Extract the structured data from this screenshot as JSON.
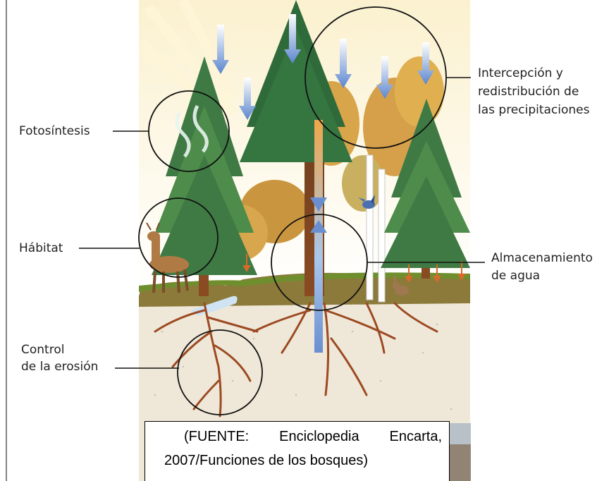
{
  "labels": {
    "fotosintesis": "Fotosíntesis",
    "habitat": "Hábitat",
    "control_line1": "Control",
    "control_line2": "de la erosión",
    "intercepcion_line1": "Intercepción y",
    "intercepcion_line2": "redistribución de",
    "intercepcion_line3": "las precipitaciones",
    "almacenamiento_line1": "Almacenamiento",
    "almacenamiento_line2": "de agua"
  },
  "caption": {
    "word1": "(FUENTE:",
    "word2": "Enciclopedia",
    "word3": "Encarta,",
    "line2": "2007/Funciones de los bosques)"
  },
  "colors": {
    "sky": "#fbf3d6",
    "tree_dark": "#2f6b3a",
    "tree_light": "#5c9a4a",
    "autumn": "#d9a54a",
    "soil": "#efe8d8",
    "roots": "#9c4a22",
    "water_arrow": "#6a8fd0"
  }
}
